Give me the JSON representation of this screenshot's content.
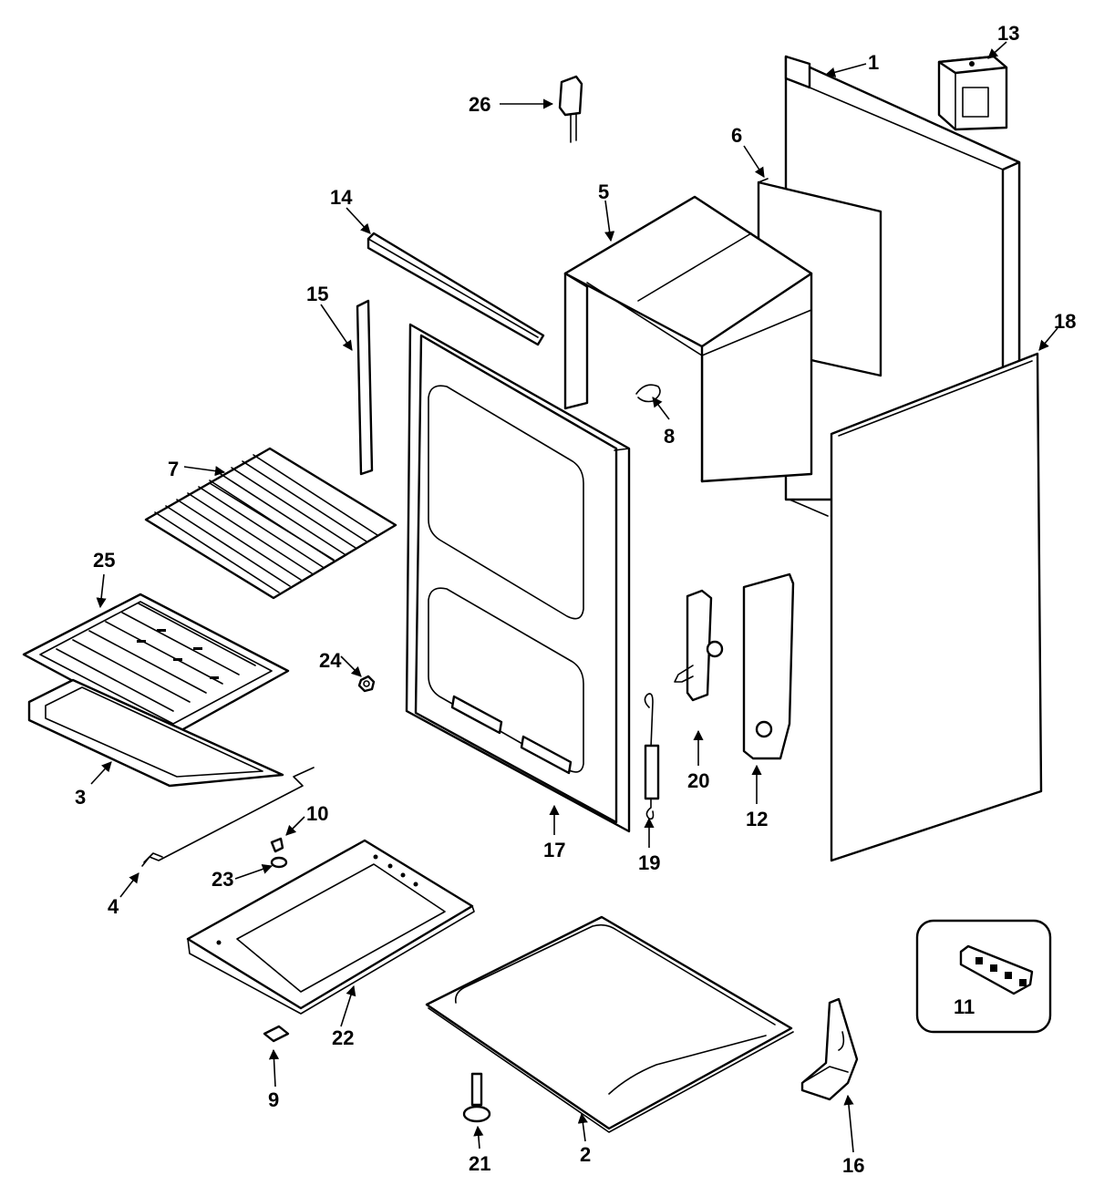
{
  "callouts": {
    "c1": "1",
    "c2": "2",
    "c3": "3",
    "c4": "4",
    "c5": "5",
    "c6": "6",
    "c7": "7",
    "c8": "8",
    "c9": "9",
    "c10": "10",
    "c11": "11",
    "c12": "12",
    "c13": "13",
    "c14": "14",
    "c15": "15",
    "c16": "16",
    "c17": "17",
    "c18": "18",
    "c19": "19",
    "c20": "20",
    "c21": "21",
    "c22": "22",
    "c23": "23",
    "c24": "24",
    "c25": "25",
    "c26": "26"
  }
}
